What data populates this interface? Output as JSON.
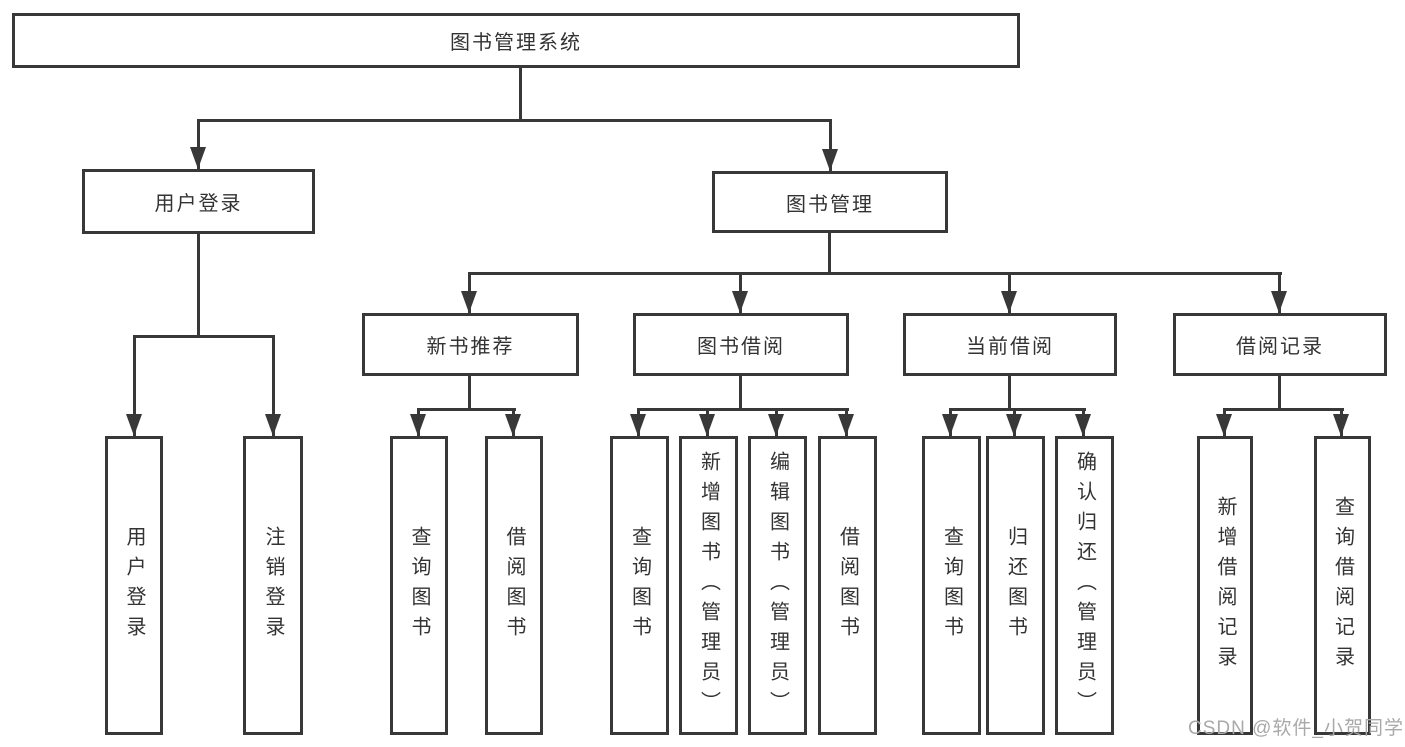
{
  "diagram": {
    "root": "图书管理系统",
    "level2": [
      "用户登录",
      "图书管理"
    ],
    "level3": [
      "新书推荐",
      "图书借阅",
      "当前借阅",
      "借阅记录"
    ],
    "leaves": {
      "g1": [
        "用户登录",
        "注销登录"
      ],
      "g2": [
        "查询图书",
        "借阅图书"
      ],
      "g3": [
        "查询图书",
        "新增图书（管理员）",
        "编辑图书（管理员）",
        "借阅图书"
      ],
      "g4": [
        "查询图书",
        "归还图书",
        "确认归还（管理员）"
      ],
      "g5": [
        "新增借阅记录",
        "查询借阅记录"
      ]
    }
  },
  "watermark": {
    "text": "CSDN @软件_小贺同学"
  },
  "colors": {
    "line": "#383838",
    "text": "#333333",
    "watermark": "#a9a9a9",
    "background": "#ffffff"
  }
}
